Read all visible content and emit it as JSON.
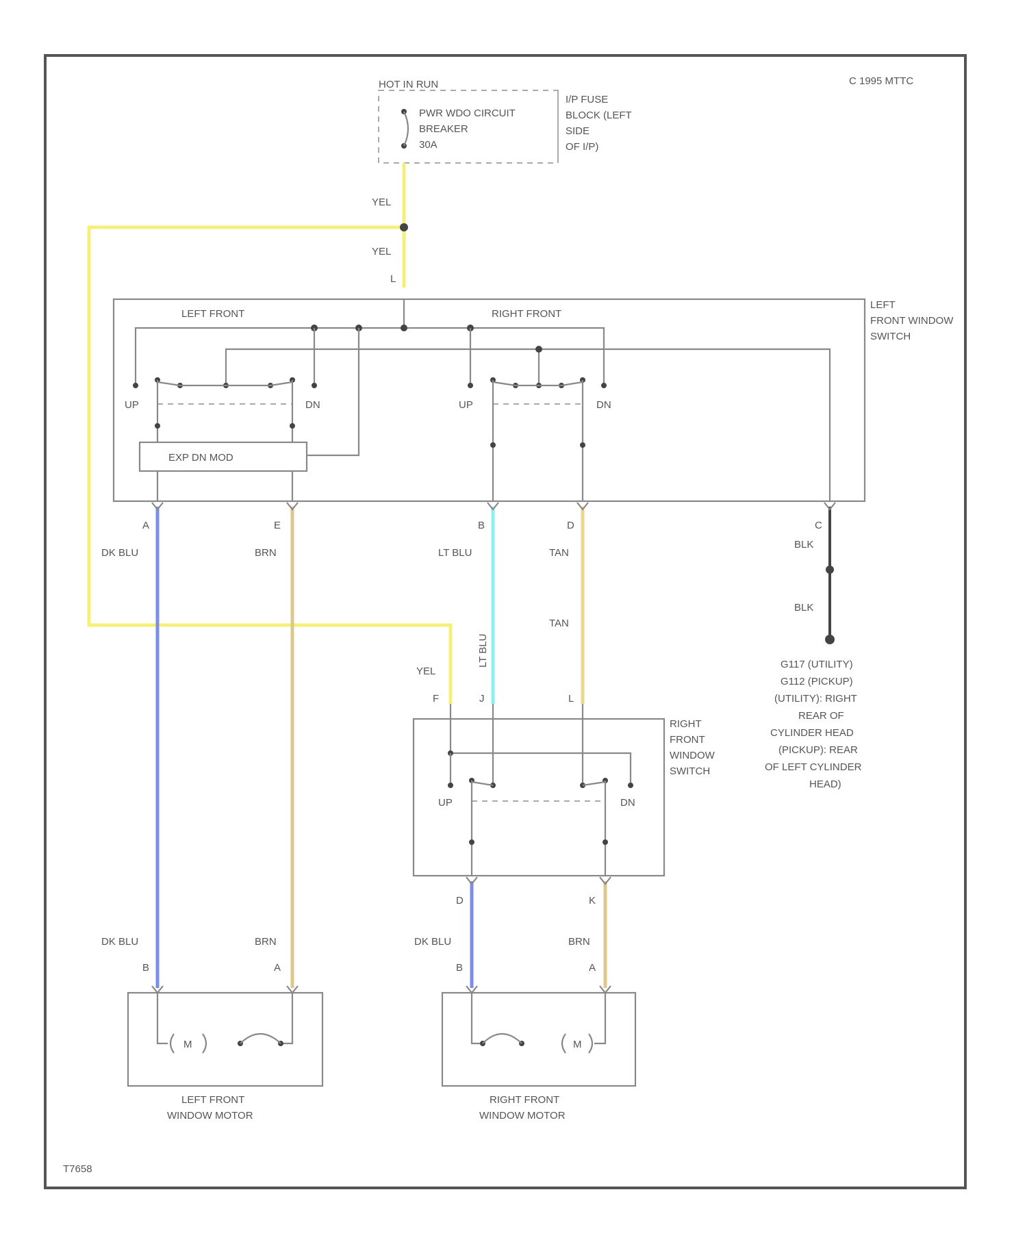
{
  "copyright": "C 1995 MTTC",
  "figure_id": "T7658",
  "fuse_block": {
    "power_label": "HOT IN RUN",
    "breaker_label": [
      "PWR WDO CIRCUIT",
      "BREAKER",
      "30A"
    ],
    "location_label": [
      "I/P FUSE",
      "BLOCK (LEFT",
      "SIDE",
      "OF I/P)"
    ]
  },
  "left_switch": {
    "name": [
      "LEFT",
      "FRONT WINDOW",
      "SWITCH"
    ],
    "section_left": "LEFT FRONT",
    "section_right": "RIGHT FRONT",
    "up": "UP",
    "dn": "DN",
    "module": "EXP DN MOD"
  },
  "right_switch": {
    "name": [
      "RIGHT",
      "FRONT",
      "WINDOW",
      "SWITCH"
    ],
    "up": "UP",
    "dn": "DN"
  },
  "ground": {
    "label": [
      "G117 (UTILITY)",
      "G112 (PICKUP)",
      "(UTILITY): RIGHT",
      "REAR OF",
      "CYLINDER HEAD",
      "(PICKUP): REAR",
      "OF LEFT CYLINDER",
      "HEAD)"
    ]
  },
  "left_motor": {
    "name": [
      "LEFT FRONT",
      "WINDOW MOTOR"
    ],
    "m": "M"
  },
  "right_motor": {
    "name": [
      "RIGHT FRONT",
      "WINDOW MOTOR"
    ],
    "m": "M"
  },
  "wires": {
    "yel": "YEL",
    "dk_blu": "DK BLU",
    "brn": "BRN",
    "lt_blu": "LT BLU",
    "tan": "TAN",
    "blk": "BLK"
  },
  "pins": {
    "fuse_out": "L",
    "lfs_a": "A",
    "lfs_e": "E",
    "lfs_b": "B",
    "lfs_d": "D",
    "lfs_c": "C",
    "rfs_f": "F",
    "rfs_j": "J",
    "rfs_l": "L",
    "rfs_d": "D",
    "rfs_k": "K",
    "lm_b": "B",
    "lm_a": "A",
    "rm_b": "B",
    "rm_a": "A"
  },
  "wire_colors": {
    "yel": "#f5f07a",
    "dk_blu": "#7b8fe6",
    "brn": "#dcc88a",
    "lt_blu": "#8ff0f3",
    "tan": "#ead98c",
    "blk": "#444444"
  }
}
